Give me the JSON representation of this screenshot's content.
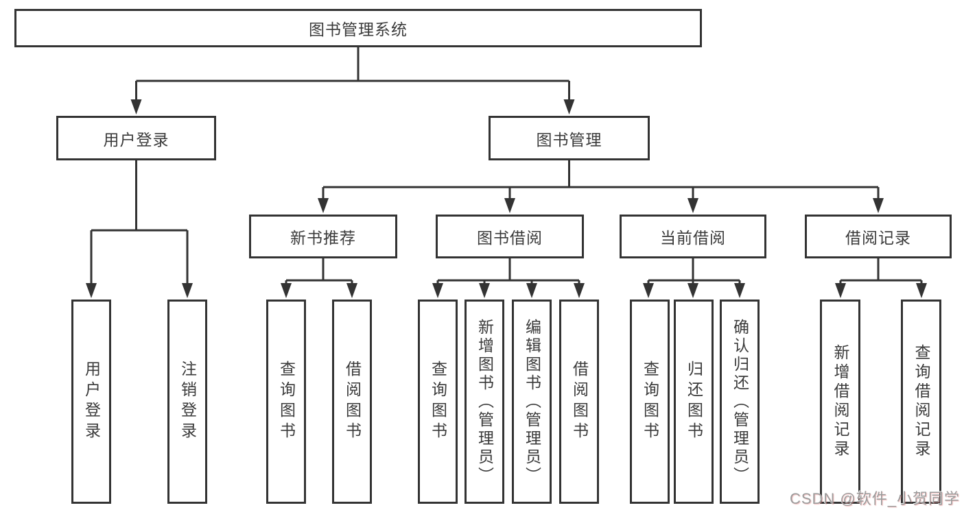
{
  "diagram": {
    "root_label": "图书管理系统",
    "level2": {
      "user_login": "用户登录",
      "book_mgmt": "图书管理"
    },
    "level3": {
      "new_books": "新书推荐",
      "book_borrow": "图书借阅",
      "current_borrow": "当前借阅",
      "borrow_records": "借阅记录"
    },
    "leaves": {
      "user_login": [
        "用户登录",
        "注销登录"
      ],
      "new_books": [
        "查询图书",
        "借阅图书"
      ],
      "book_borrow": [
        "查询图书",
        "新增图书（管理员）",
        "编辑图书（管理员）",
        "借阅图书"
      ],
      "current_borrow": [
        "查询图书",
        "归还图书",
        "确认归还（管理员）"
      ],
      "borrow_records": [
        "新增借阅记录",
        "查询借阅记录"
      ]
    },
    "line_color": "#333333"
  },
  "watermark": {
    "text": "CSDN @软件_小贺同学"
  }
}
